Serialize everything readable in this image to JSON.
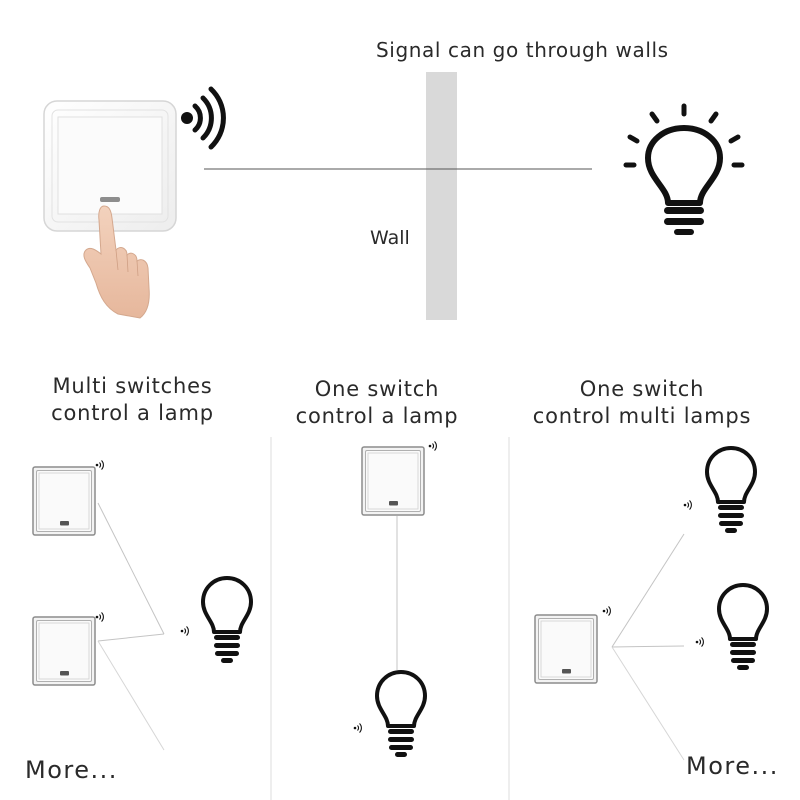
{
  "top": {
    "caption": "Signal can go through walls",
    "wall_label": "Wall"
  },
  "panels": [
    {
      "title_line1": "Multi switches",
      "title_line2": "control a lamp",
      "more": "More..."
    },
    {
      "title_line1": "One switch",
      "title_line2": "control a lamp"
    },
    {
      "title_line1": "One switch",
      "title_line2": "control multi lamps",
      "more": "More..."
    }
  ],
  "colors": {
    "wall": "#d9d9d9",
    "line": "#bdbdbd",
    "icon": "#111111",
    "switch_frame": "#8c8c8c"
  }
}
